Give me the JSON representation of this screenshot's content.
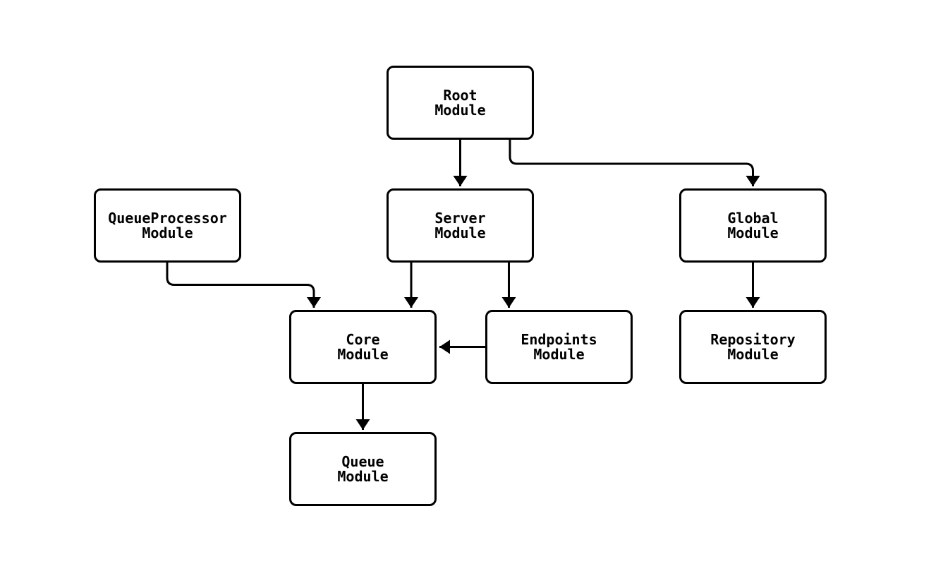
{
  "diagram": {
    "type": "flowchart",
    "direction": "top-down",
    "colors": {
      "background": "#ffffff",
      "node_fill": "#ffffff",
      "node_border": "#000000",
      "edge": "#000000",
      "text": "#000000"
    },
    "nodes": [
      {
        "id": "root-module",
        "line1": "Root",
        "line2": "Module"
      },
      {
        "id": "queueprocessor-module",
        "line1": "QueueProcessor",
        "line2": "Module"
      },
      {
        "id": "server-module",
        "line1": "Server",
        "line2": "Module"
      },
      {
        "id": "global-module",
        "line1": "Global",
        "line2": "Module"
      },
      {
        "id": "core-module",
        "line1": "Core",
        "line2": "Module"
      },
      {
        "id": "endpoints-module",
        "line1": "Endpoints",
        "line2": "Module"
      },
      {
        "id": "repository-module",
        "line1": "Repository",
        "line2": "Module"
      },
      {
        "id": "queue-module",
        "line1": "Queue",
        "line2": "Module"
      }
    ],
    "edges": [
      {
        "from": "Root Module",
        "to": "Server Module"
      },
      {
        "from": "Root Module",
        "to": "Global Module"
      },
      {
        "from": "QueueProcessor Module",
        "to": "Core Module"
      },
      {
        "from": "Server Module",
        "to": "Core Module"
      },
      {
        "from": "Server Module",
        "to": "Endpoints Module"
      },
      {
        "from": "Endpoints Module",
        "to": "Core Module"
      },
      {
        "from": "Global Module",
        "to": "Repository Module"
      },
      {
        "from": "Core Module",
        "to": "Queue Module"
      }
    ]
  }
}
